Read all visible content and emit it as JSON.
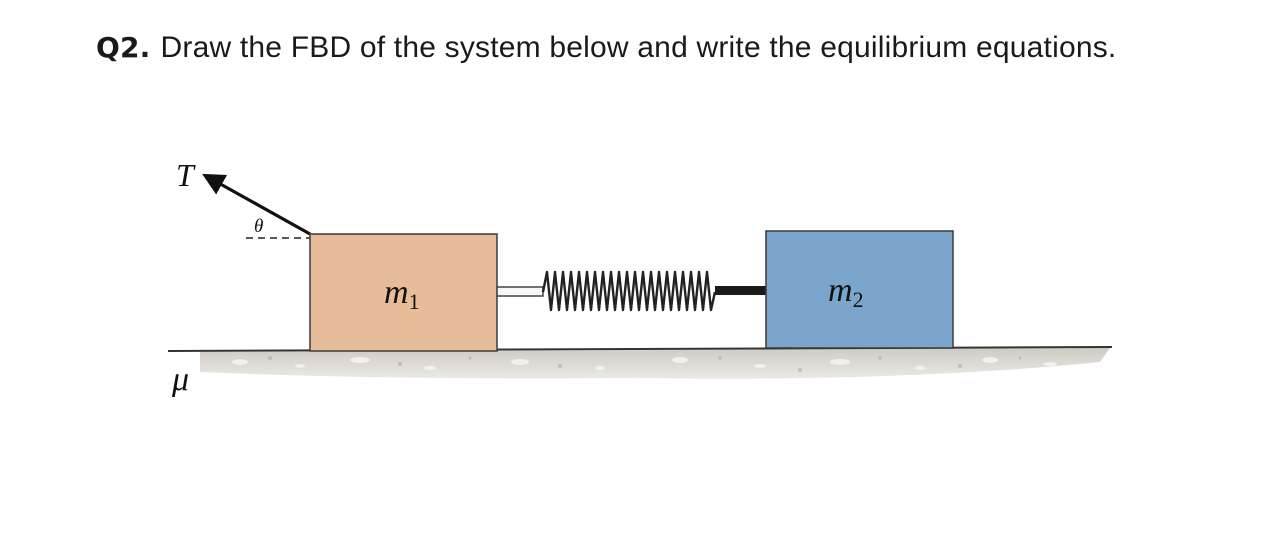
{
  "question": {
    "number": "Q2.",
    "text": "Draw the FBD of the system below and write the equilibrium equations."
  },
  "diagram": {
    "tension_label": "T",
    "angle_label": "θ",
    "mass1_label": "m",
    "mass1_subscript": "1",
    "mass2_label": "m",
    "mass2_subscript": "2",
    "friction_label": "μ",
    "colors": {
      "mass1_fill": "#e7bd99",
      "mass2_fill": "#7aa6cc",
      "ground": "#d6d2cb",
      "ink": "#111111"
    }
  }
}
